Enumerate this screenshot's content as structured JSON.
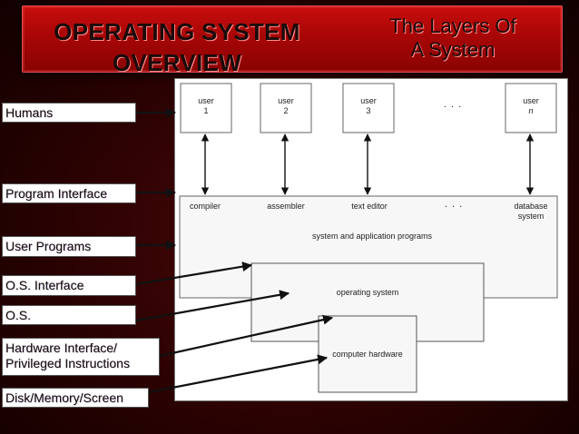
{
  "header": {
    "title_line1": "OPERATING SYSTEM",
    "title_line2": "OVERVIEW",
    "subtitle_line1": "The Layers Of",
    "subtitle_line2": "A System"
  },
  "left_labels": {
    "humans": "Humans",
    "program_interface": "Program Interface",
    "user_programs": "User Programs",
    "os_interface": "O.S. Interface",
    "os": "O.S.",
    "hw_interface_line1": "Hardware Interface/",
    "hw_interface_line2": "Privileged Instructions",
    "disk": "Disk/Memory/Screen"
  },
  "diagram": {
    "users": [
      {
        "line1": "user",
        "line2": "1"
      },
      {
        "line1": "user",
        "line2": "2"
      },
      {
        "line1": "user",
        "line2": "3"
      },
      {
        "line1": "user",
        "line2": "n"
      }
    ],
    "user_ellipsis": ". . .",
    "programs": {
      "compiler": "compiler",
      "assembler": "assembler",
      "text_editor": "text editor",
      "ellipsis": ". . .",
      "database_line1": "database",
      "database_line2": "system"
    },
    "sys_app_label": "system and application programs",
    "os_label": "operating system",
    "hw_label": "computer hardware"
  }
}
